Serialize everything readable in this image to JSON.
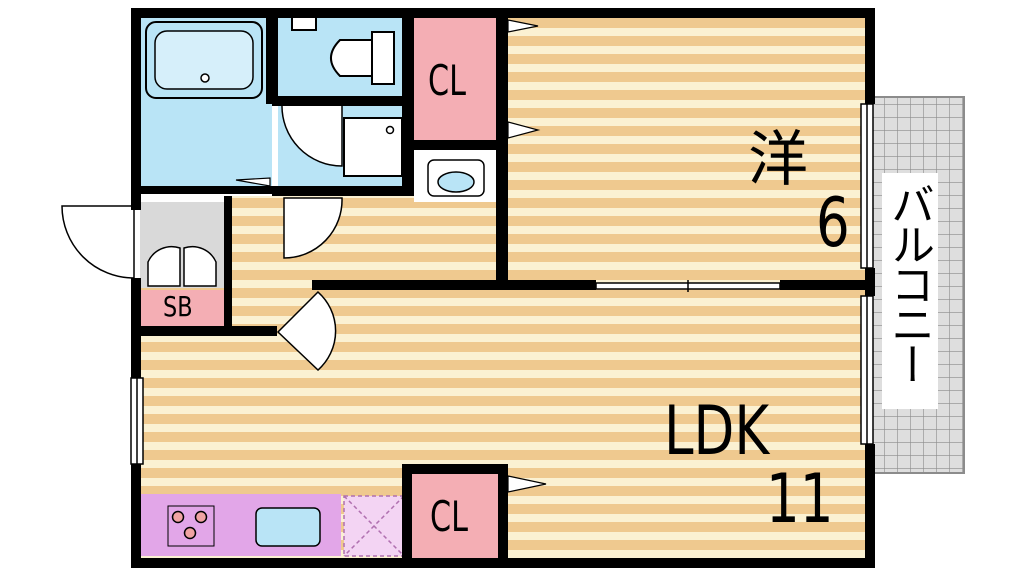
{
  "rooms": {
    "closet_label": "CL",
    "shoebox_label": "SB",
    "western_room_label": "洋",
    "western_room_size": "6",
    "ldk_label": "LDK",
    "ldk_size": "11",
    "balcony_label": "バルコニー"
  },
  "colors": {
    "floor_tan": "#efc98f",
    "floor_light": "#fbf1d2",
    "wet_area_blue": "#b9e4f6",
    "closet_pink": "#f4aeb4",
    "kitchen_purple": "#e2a6e8",
    "balcony_gray": "#dedede",
    "wall": "#000000"
  },
  "icons": [
    "bathtub-icon",
    "toilet-icon",
    "washbasin-icon",
    "washer-pan-icon",
    "stove-icon",
    "sink-icon",
    "fridge-space-icon",
    "door-swing-icon"
  ]
}
